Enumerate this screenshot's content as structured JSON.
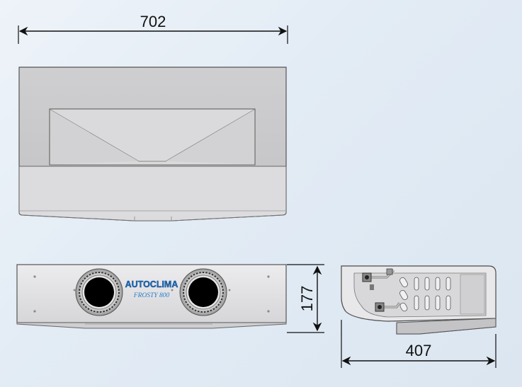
{
  "drawing": {
    "dimensions": {
      "width": "702",
      "height": "177",
      "depth": "407"
    },
    "branding": {
      "logo": "AUTOCLIMA",
      "model": "FROSTY 800"
    },
    "colors": {
      "background": "#e3ecf5",
      "body_top": "#c9c9cb",
      "body_panel": "#d9d9db",
      "front_panel": "#e4e4e6",
      "outline": "#444444",
      "logo_blue": "#1e6fc0"
    }
  }
}
